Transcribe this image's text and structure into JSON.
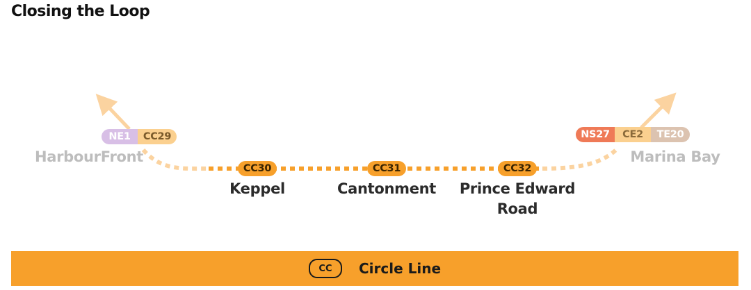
{
  "title": "Closing the Loop",
  "colors": {
    "circle_line": "#f7a02b",
    "north_east_line": "#a56fc2",
    "north_south_line": "#e8502e",
    "thomson_east_coast_line": "#9c5e2e",
    "station_name": "#2b2b2b",
    "faded_station_name": "#bdbdbd"
  },
  "stations": {
    "harbourfront": {
      "name": "HarbourFront",
      "codes": [
        "NE1",
        "CC29"
      ]
    },
    "keppel": {
      "name": "Keppel",
      "codes": [
        "CC30"
      ]
    },
    "cantonment": {
      "name": "Cantonment",
      "codes": [
        "CC31"
      ]
    },
    "prince_edward": {
      "name_line1": "Prince Edward",
      "name_line2": "Road",
      "codes": [
        "CC32"
      ]
    },
    "marina_bay": {
      "name": "Marina Bay",
      "codes": [
        "NS27",
        "CE2",
        "TE20"
      ]
    }
  },
  "legend": {
    "code": "CC",
    "name": "Circle Line"
  }
}
